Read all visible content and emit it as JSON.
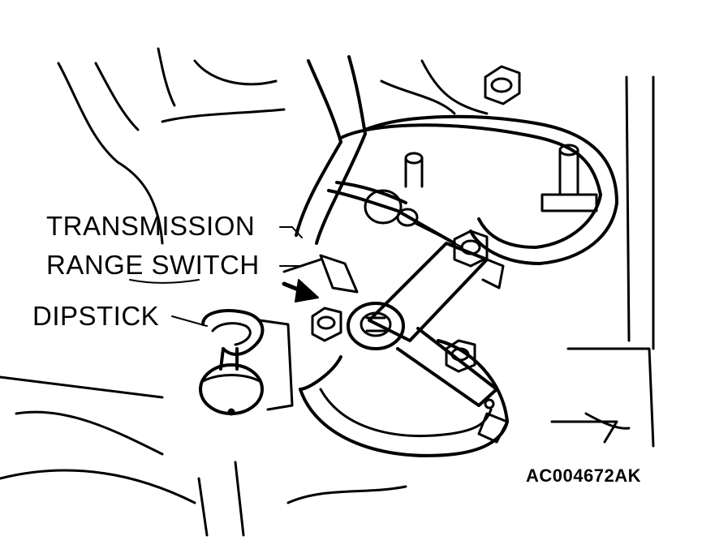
{
  "labels": {
    "transmission_range_switch_line1": "TRANSMISSION",
    "transmission_range_switch_line2": "RANGE SWITCH",
    "dipstick": "DIPSTICK"
  },
  "figure_id": "AC004672AK",
  "colors": {
    "ink": "#000000",
    "paper": "#ffffff"
  }
}
